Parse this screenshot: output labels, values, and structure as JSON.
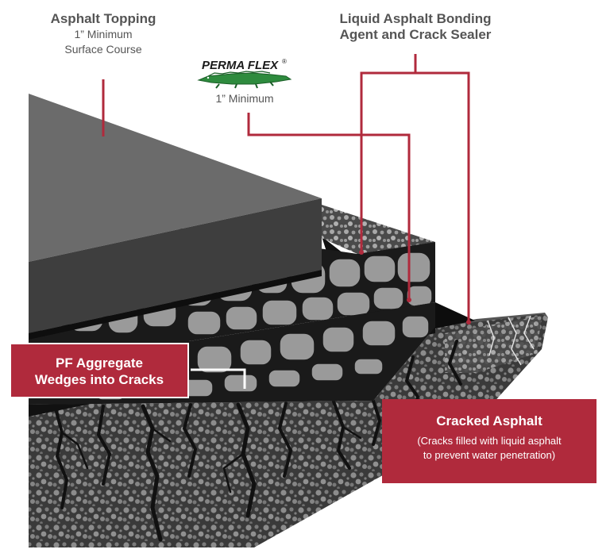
{
  "labels": {
    "asphalt_topping": {
      "title": "Asphalt Topping",
      "line1": "1” Minimum",
      "line2": "Surface Course"
    },
    "bonding_agent": {
      "line1": "Liquid Asphalt Bonding",
      "line2": "Agent and Crack Sealer"
    },
    "permaflex": {
      "logo_text": "PERMA FLEX",
      "registered": "®",
      "caption": "1” Minimum"
    },
    "aggregate": {
      "line1": "PF Aggregate",
      "line2": "Wedges into Cracks"
    },
    "cracked_asphalt": {
      "title": "Cracked Asphalt",
      "line1": "(Cracks filled with liquid asphalt",
      "line2": "to prevent water penetration)"
    }
  },
  "colors": {
    "accent_red": "#b02a3c",
    "leader_line": "#b02a3c",
    "label_text": "#555555",
    "topping_top": "#6b6b6b",
    "topping_side": "#3e3e3e",
    "binder": "#111111",
    "stone": "#9a9a9a",
    "base_dark": "#2c2c2c",
    "logo_green": "#2e8b3e"
  },
  "icons": {
    "logo_mascot": "alligator-icon"
  }
}
